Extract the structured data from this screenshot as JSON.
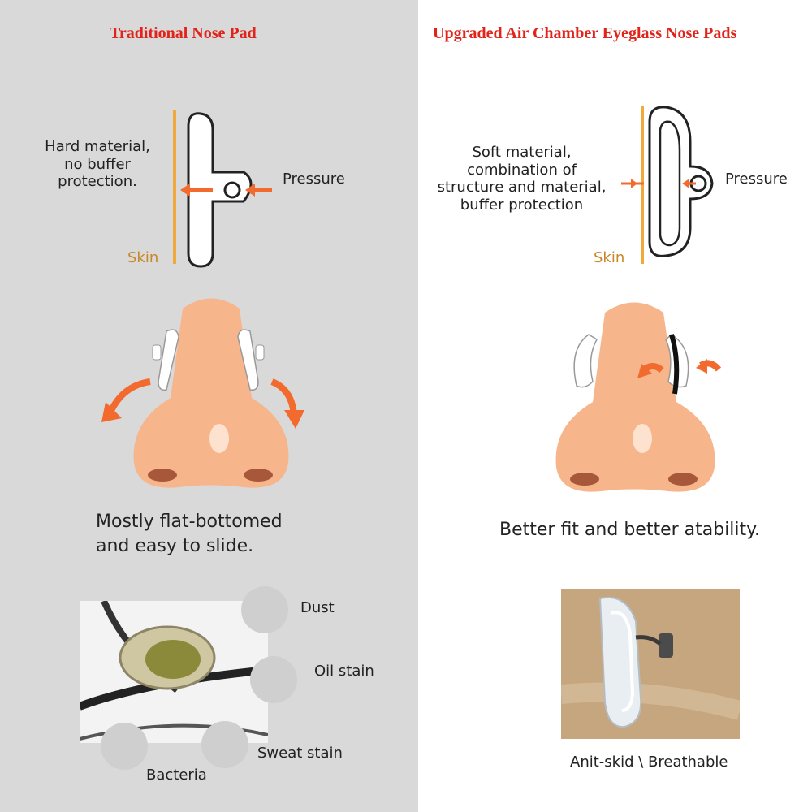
{
  "left": {
    "heading": "Traditional Nose Pad",
    "diagram_label": "Hard material,\nno buffer\nprotection.",
    "pressure_label": "Pressure",
    "skin_label": "Skin",
    "caption": "Mostly flat-bottomed\nand easy to slide.",
    "contaminants": {
      "dust": "Dust",
      "oil": "Oil stain",
      "sweat": "Sweat stain",
      "bacteria": "Bacteria"
    }
  },
  "right": {
    "heading": "Upgraded Air Chamber Eyeglass Nose Pads",
    "diagram_label": "Soft material,\ncombination of\nstructure and material,\nbuffer protection",
    "pressure_label": "Pressure",
    "skin_label": "Skin",
    "caption": "Better fit and  better atability.",
    "photo_caption": "Anit-skid \\ Breathable"
  },
  "colors": {
    "heading": "#e2231a",
    "arrow": "#f26a2e",
    "skin_line": "#f2a93b",
    "nose": "#f7b58c",
    "left_bg": "#d9d9d9"
  }
}
